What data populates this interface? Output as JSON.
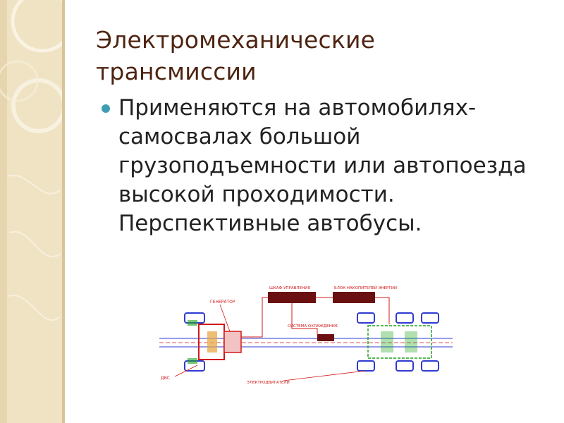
{
  "slide": {
    "title": "Электромеханические трансмиссии",
    "bullet": "Применяются на автомобилях-самосвалах большой грузоподъемности или автопоезда высокой проходимости. Перспективные автобусы."
  },
  "diagram": {
    "labels": {
      "generator": "ГЕНЕРАТОР",
      "control_cabinet": "ШКАФ УПРАВЛЕНИЯ",
      "energy_storage": "БЛОК НАКОПИТЕЛЕЙ ЭНЕРГИИ",
      "cooling_system": "СИСТЕМА ОХЛАЖДЕНИЯ",
      "ice": "ДВС",
      "motor_wheels": "ЭЛЕКТРОДВИГАТЕЛИ"
    }
  },
  "colors": {
    "title": "#4e2412",
    "bullet": "#3f9fb0",
    "sidebar": "#efe3c4",
    "diagram_red": "#d11a1a",
    "diagram_blue": "#2f3bd1",
    "diagram_green": "#1ea31e"
  }
}
